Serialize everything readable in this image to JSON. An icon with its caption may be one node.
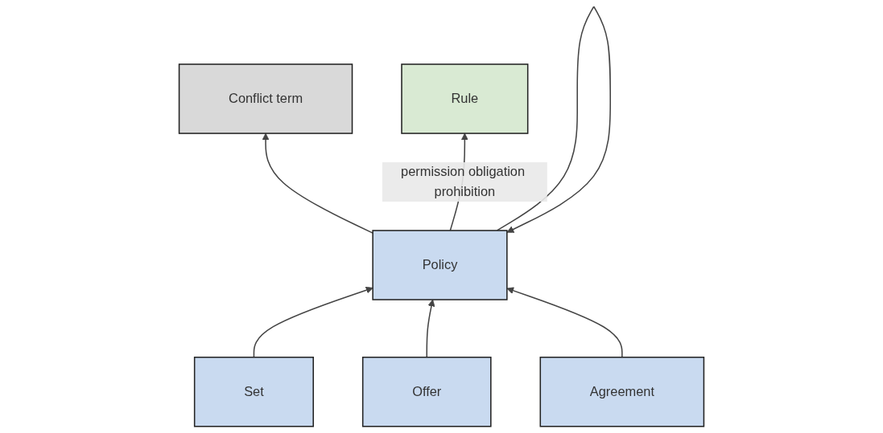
{
  "diagram": {
    "nodes": [
      {
        "text": [
          "Conflict term"
        ]
      },
      {
        "text": [
          "Policy"
        ]
      },
      {
        "text": [
          "Rule"
        ]
      },
      {
        "text": [
          "Set"
        ]
      },
      {
        "text": [
          "Offer"
        ]
      },
      {
        "text": [
          "Agreement"
        ]
      }
    ],
    "edges": [
      {
        "from": 1,
        "to": 1,
        "arrow": "to"
      },
      {
        "from": 1,
        "to": 0,
        "arrow": "to"
      },
      {
        "from": 1,
        "to": 2,
        "arrow": "to",
        "label": "permission obligation prohibition"
      },
      {
        "from": 3,
        "to": 1,
        "arrow": "to"
      },
      {
        "from": 4,
        "to": 1,
        "arrow": "to"
      },
      {
        "from": 5,
        "to": 1,
        "arrow": "to"
      }
    ]
  }
}
